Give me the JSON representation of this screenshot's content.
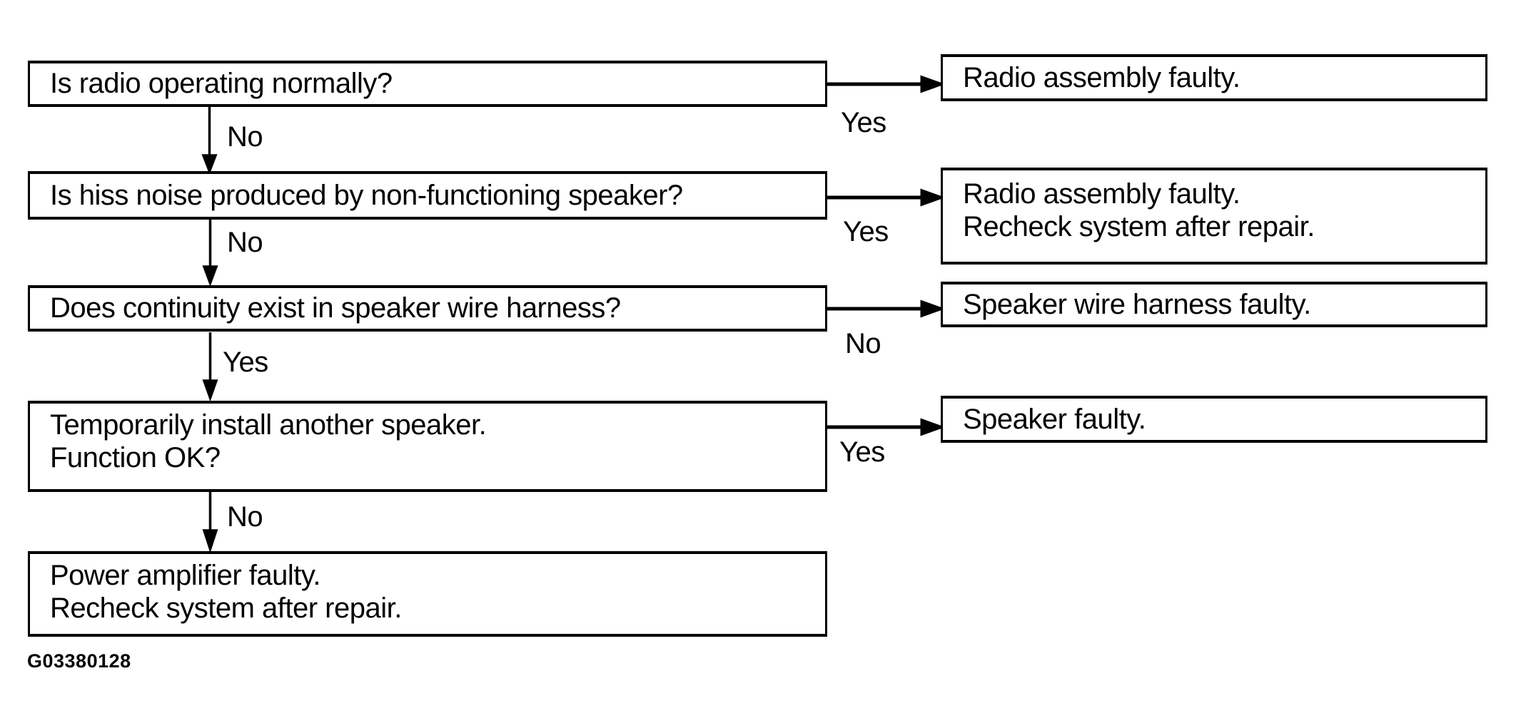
{
  "figure_code": "G03380128",
  "colors": {
    "ink": "#000000",
    "paper": "#ffffff"
  },
  "flow": {
    "questions": [
      {
        "text": "Is radio operating normally?",
        "side_label": "Yes",
        "down_label": "No"
      },
      {
        "text": "Is hiss noise produced by non-functioning speaker?",
        "side_label": "Yes",
        "down_label": "No"
      },
      {
        "text": "Does continuity exist in speaker wire harness?",
        "side_label": "No",
        "down_label": "Yes"
      },
      {
        "text": "Temporarily install another speaker.",
        "text2": "Function OK?",
        "side_label": "Yes",
        "down_label": "No"
      }
    ],
    "results": [
      {
        "line1": "Radio assembly faulty."
      },
      {
        "line1": "Radio assembly faulty.",
        "line2": "Recheck system after repair."
      },
      {
        "line1": "Speaker wire harness faulty."
      },
      {
        "line1": "Speaker faulty."
      }
    ],
    "terminal": {
      "line1": "Power amplifier faulty.",
      "line2": "Recheck system after repair."
    }
  }
}
